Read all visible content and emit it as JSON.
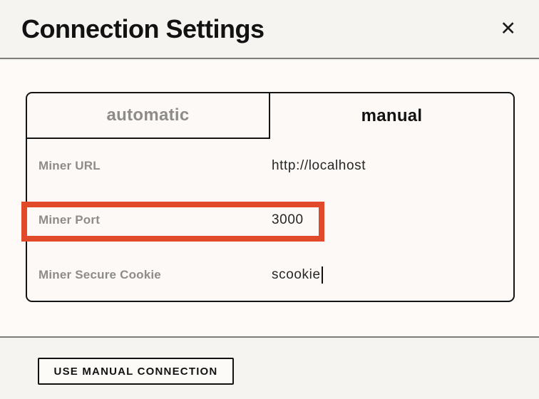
{
  "dialog": {
    "title": "Connection Settings",
    "close_icon": "✕"
  },
  "tabs": [
    {
      "label": "automatic",
      "active": false
    },
    {
      "label": "manual",
      "active": true
    }
  ],
  "fields": [
    {
      "label": "Miner URL",
      "value": "http://localhost",
      "highlighted": false
    },
    {
      "label": "Miner Port",
      "value": "3000",
      "highlighted": true
    },
    {
      "label": "Miner Secure Cookie",
      "value": "scookie",
      "highlighted": false,
      "caret_after_value": true
    }
  ],
  "footer": {
    "button_label": "USE MANUAL CONNECTION"
  },
  "colors": {
    "highlight_border": "#e1492b",
    "label_gray": "#8e8c89",
    "text_black": "#121212",
    "header_footer_bg": "#f5f4f1",
    "body_bg": "#fdfaf7",
    "divider_gray": "#7e7d7b"
  }
}
